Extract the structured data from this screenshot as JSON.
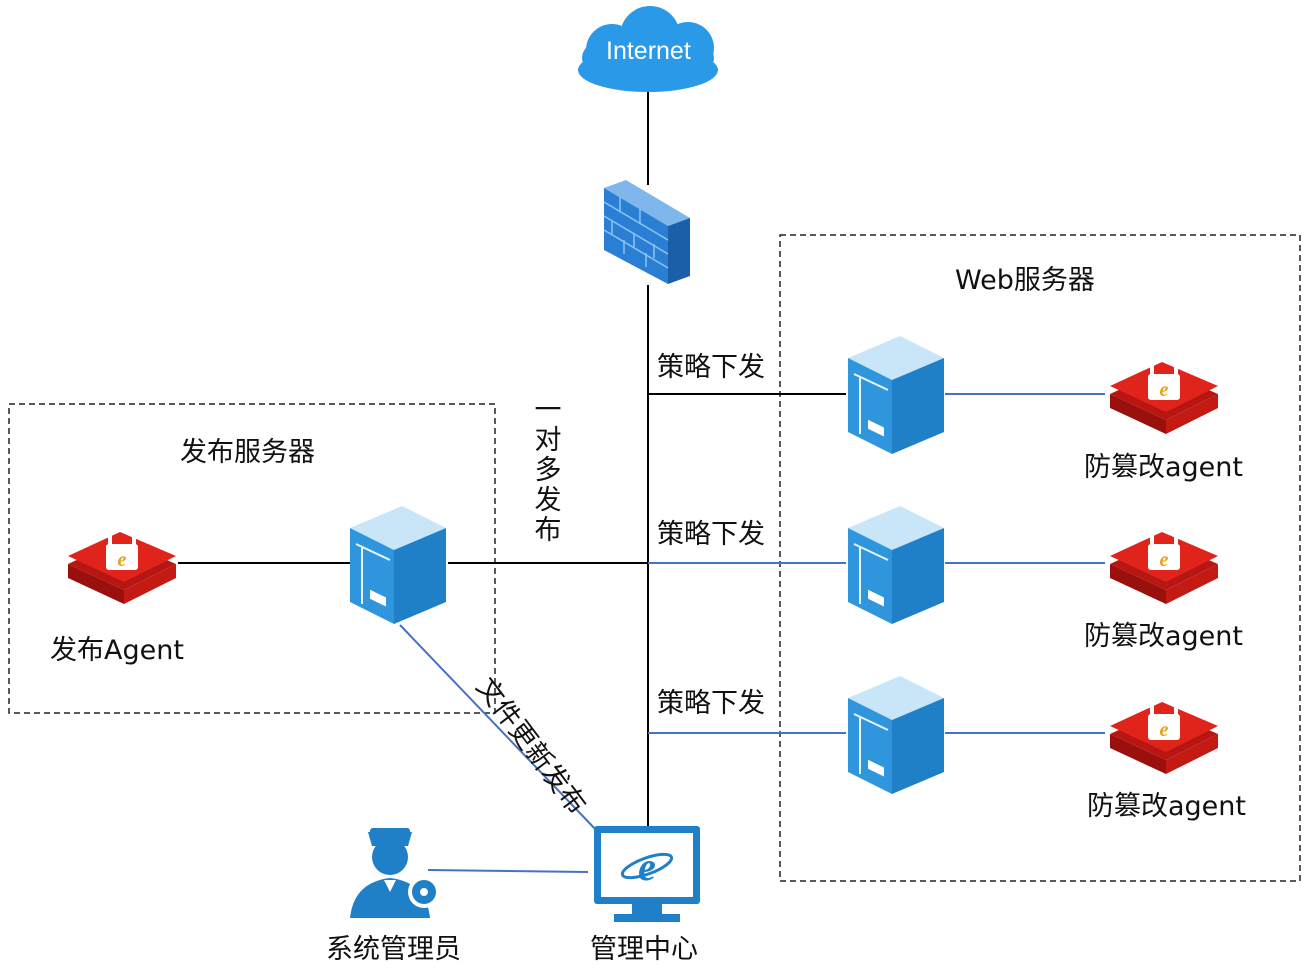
{
  "internet": {
    "label": "Internet"
  },
  "groups": {
    "publish_server": {
      "title": "发布服务器"
    },
    "web_servers": {
      "title": "Web服务器"
    }
  },
  "edges": {
    "one_to_many": "一对多发布",
    "policy_dispatch": [
      "策略下发",
      "策略下发",
      "策略下发"
    ],
    "file_update_publish": "文件更新发布"
  },
  "nodes": {
    "publish_agent": "发布Agent",
    "tamper_agents": [
      "防篡改agent",
      "防篡改agent",
      "防篡改agent"
    ],
    "management_center": "管理中心",
    "sysadmin": "系统管理员"
  },
  "icons": {
    "cloud": "cloud-icon",
    "firewall": "firewall-icon",
    "server": "server-icon",
    "lock_agent": "lock-agent-icon",
    "monitor": "monitor-browser-icon",
    "admin": "admin-person-icon"
  },
  "colors": {
    "cloud": "#2a9ae8",
    "server_front": "#2f95dd",
    "server_top": "#c9e6f8",
    "agent_red": "#e0241c",
    "link_blue": "#4472c4",
    "link_black": "#000000"
  }
}
